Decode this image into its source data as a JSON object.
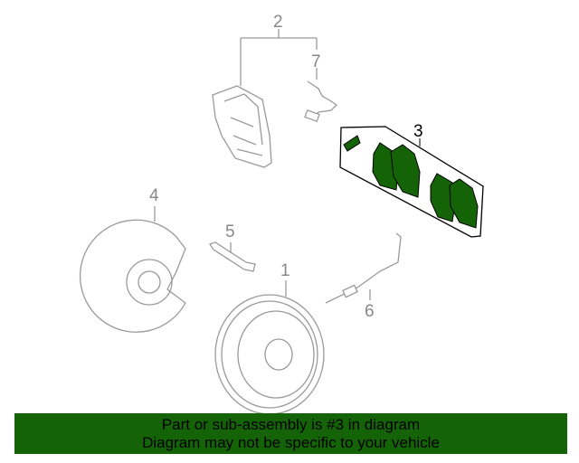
{
  "callouts": {
    "c1": "1",
    "c2": "2",
    "c3": "3",
    "c4": "4",
    "c5": "5",
    "c6": "6",
    "c7": "7"
  },
  "banner": {
    "line1": "Part or sub-assembly is #3 in diagram",
    "line2": "Diagram may not be specific to your vehicle"
  },
  "colors": {
    "highlight": "#156307",
    "linework": "#9a9a9a"
  }
}
